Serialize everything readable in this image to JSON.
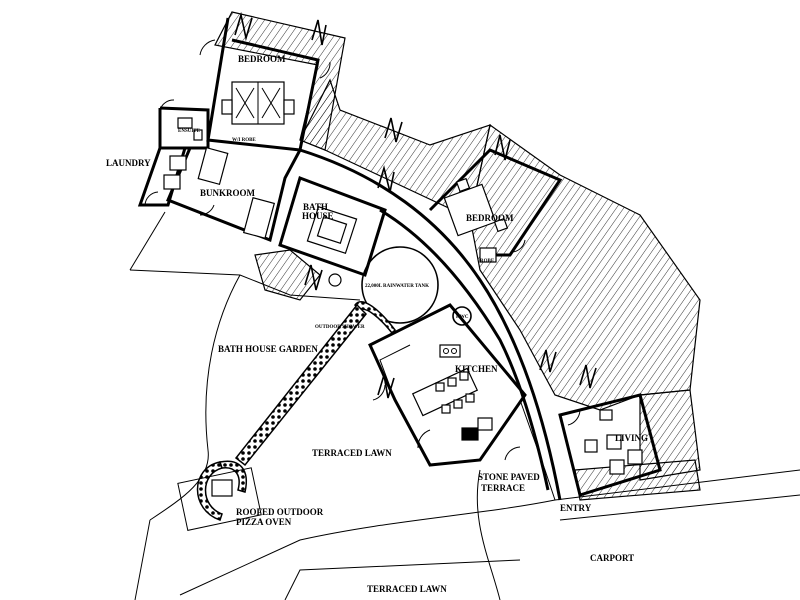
{
  "labels": {
    "bedroom_1": "BEDROOM",
    "ensuite": "ENSUITE",
    "wirobe": "W/I ROBE",
    "laundry": "LAUNDRY",
    "bunkroom": "BUNKROOM",
    "bath_house_1": "BATH",
    "bath_house_2": "HOUSE",
    "bedroom_2": "BEDROOM",
    "robe": "ROBE",
    "rainwater_tank": "22,000L RAINWATER TANK",
    "hwc": "HWC",
    "outdoor_shower": "OUTDOOR SHOWER",
    "bath_house_garden": "BATH HOUSE GARDEN",
    "kitchen": "KITCHEN",
    "terraced_lawn_1": "TERRACED LAWN",
    "living": "LIVING",
    "stone_paved_1": "STONE PAVED",
    "stone_paved_2": "TERRACE",
    "entry": "ENTRY",
    "carport": "CARPORT",
    "pizza_oven_1": "ROOFED OUTDOOR",
    "pizza_oven_2": "PIZZA OVEN",
    "terraced_lawn_2": "TERRACED LAWN"
  }
}
